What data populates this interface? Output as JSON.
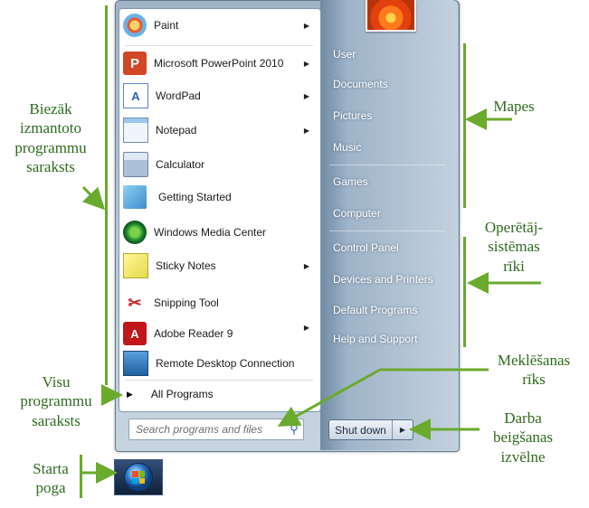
{
  "menu": {
    "programs": [
      {
        "label": "Paint",
        "icon": "paint-icon",
        "submenu": true
      },
      {
        "label": "Microsoft PowerPoint 2010",
        "icon": "powerpoint-icon",
        "submenu": true
      },
      {
        "label": "WordPad",
        "icon": "wordpad-icon",
        "submenu": true
      },
      {
        "label": "Notepad",
        "icon": "notepad-icon",
        "submenu": true
      },
      {
        "label": "Calculator",
        "icon": "calculator-icon",
        "submenu": false
      },
      {
        "label": "Getting Started",
        "icon": "getting-started-icon",
        "submenu": false
      },
      {
        "label": "Windows Media Center",
        "icon": "media-center-icon",
        "submenu": false
      },
      {
        "label": "Sticky Notes",
        "icon": "sticky-notes-icon",
        "submenu": true
      },
      {
        "label": "Snipping Tool",
        "icon": "snipping-tool-icon",
        "submenu": false
      },
      {
        "label": "Adobe Reader 9",
        "icon": "adobe-reader-icon",
        "submenu": true
      },
      {
        "label": "Remote Desktop Connection",
        "icon": "remote-desktop-icon",
        "submenu": false
      }
    ],
    "all_programs": "All Programs",
    "search_placeholder": "Search programs and files",
    "right_items": [
      "User",
      "Documents",
      "Pictures",
      "Music",
      "Games",
      "Computer",
      "Control Panel",
      "Devices and Printers",
      "Default Programs",
      "Help and Support"
    ],
    "shutdown": "Shut down"
  },
  "annotations": {
    "frequent": [
      "Biezāk",
      "izmantoto",
      "programmu",
      "saraksts"
    ],
    "all": [
      "Visu",
      "programmu",
      "saraksts"
    ],
    "start": [
      "Starta",
      "poga"
    ],
    "folders": [
      "Mapes"
    ],
    "os_tools": [
      "Operētāj-",
      "sistēmas",
      "rīki"
    ],
    "search": [
      "Meklēšanas",
      "rīks"
    ],
    "shutdown": [
      "Darba",
      "beigšanas",
      "izvēlne"
    ]
  },
  "colors": {
    "annotation": "#2e6b1d",
    "arrow": "#6aaa2c"
  }
}
